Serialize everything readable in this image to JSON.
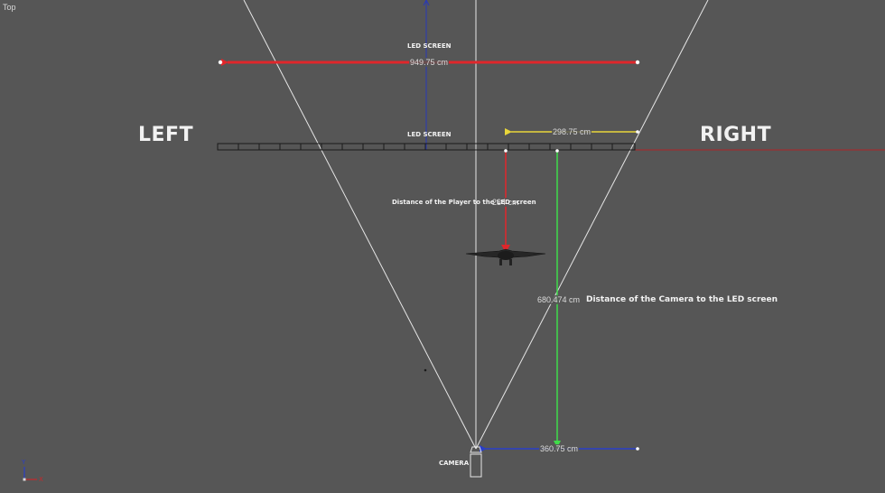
{
  "viewport": {
    "name": "Top"
  },
  "labels": {
    "left": "LEFT",
    "right": "RIGHT",
    "led_screen_top": "LED SCREEN",
    "led_screen_mid": "LED SCREEN",
    "player_distance_note": "Distance of the Player to the LED screen",
    "camera_distance_note": "Distance of the Camera to the LED screen",
    "camera": "CAMERA"
  },
  "measurements": {
    "led_width": "949.75 cm",
    "right_offset": "298.75 cm",
    "player_to_led": "234 cm",
    "camera_to_led": "680.474 cm",
    "camera_offset": "360.75 cm"
  },
  "gizmo": {
    "y": "Y",
    "x": "X"
  },
  "colors": {
    "background": "#565656",
    "frustum": "#e6e6e6",
    "red_arrow": "#e0262b",
    "yellow_arrow": "#e8d63a",
    "green_arrow": "#3fdc4a",
    "blue_arrow": "#2a3fc8"
  }
}
